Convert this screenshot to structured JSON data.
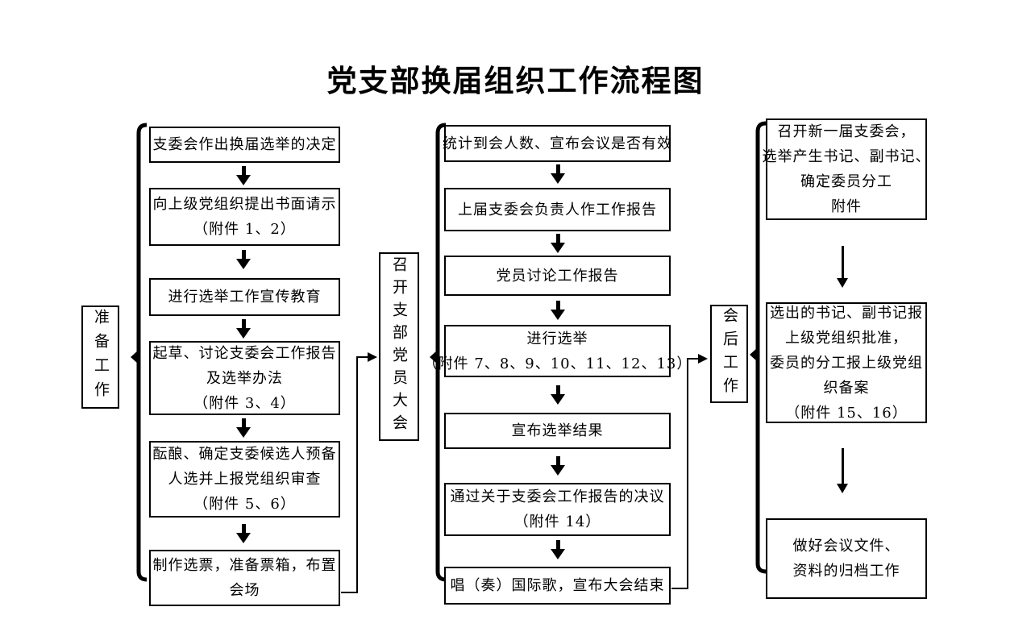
{
  "title": "党支部换届组织工作流程图",
  "colors": {
    "line": "#000000",
    "background": "#ffffff",
    "text": "#000000"
  },
  "stages": [
    {
      "label": "准备工作",
      "steps": [
        {
          "lines": [
            "支委会作出换届选举的决定"
          ]
        },
        {
          "lines": [
            "向上级党组织提出书面请示",
            "（附件 1、2）"
          ]
        },
        {
          "lines": [
            "进行选举工作宣传教育"
          ]
        },
        {
          "lines": [
            "起草、讨论支委会工作报告",
            "及选举办法",
            "（附件 3、4）"
          ]
        },
        {
          "lines": [
            "酝酿、确定支委候选人预备",
            "人选并上报党组织审查",
            "（附件 5、6）"
          ]
        },
        {
          "lines": [
            "制作选票，准备票箱，布置",
            "会场"
          ]
        }
      ]
    },
    {
      "label": "召开支部党员大会",
      "steps": [
        {
          "lines": [
            "统计到会人数、宣布会议是否有效"
          ]
        },
        {
          "lines": [
            "上届支委会负责人作工作报告"
          ]
        },
        {
          "lines": [
            "党员讨论工作报告"
          ]
        },
        {
          "lines": [
            "进行选举",
            "（附件 7、8、9、10、11、12、13）"
          ]
        },
        {
          "lines": [
            "宣布选举结果"
          ]
        },
        {
          "lines": [
            "通过关于支委会工作报告的决议",
            "（附件 14）"
          ]
        },
        {
          "lines": [
            "唱（奏）国际歌，宣布大会结束"
          ]
        }
      ]
    },
    {
      "label": "会后工作",
      "steps": [
        {
          "lines": [
            "召开新一届支委会，",
            "选举产生书记、副书记、",
            "确定委员分工",
            "附件"
          ]
        },
        {
          "lines": [
            "选出的书记、副书记报",
            "上级党组织批准，",
            "委员的分工报上级党组",
            "织备案",
            "（附件 15、16）"
          ]
        },
        {
          "lines": [
            "做好会议文件、",
            "资料的归档工作"
          ]
        }
      ]
    }
  ]
}
